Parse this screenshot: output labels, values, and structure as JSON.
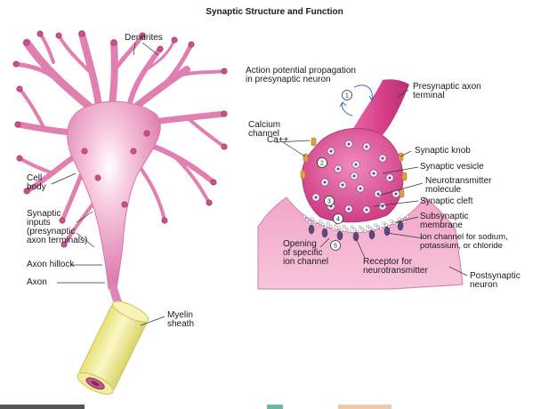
{
  "title": "Synaptic Structure and Function",
  "neuron_labels": {
    "dendrites": "Dendrites",
    "cell_body": "Cell\nbody",
    "synaptic_inputs": "Synaptic\ninputs\n(presynaptic\naxon terminals)",
    "axon_hillock": "Axon hillock",
    "axon": "Axon",
    "myelin_sheath": "Myelin\nsheath"
  },
  "synapse_labels": {
    "action_potential": "Action potential propagation\nin presynaptic neuron",
    "calcium_channel": "Calcium\nchannel",
    "ca_ion": "Ca++",
    "presynaptic_terminal": "Presynaptic axon\nterminal",
    "synaptic_knob": "Synaptic knob",
    "synaptic_vesicle": "Synaptic vesicle",
    "neurotransmitter_molecule": "Neurotransmitter\nmolecule",
    "synaptic_cleft": "Synaptic cleft",
    "subsynaptic_membrane": "Subsynaptic\nmembrane",
    "ion_channel": "Ion channel for sodium,\npotassium, or chloride",
    "opening_channel": "Opening\nof specific\nion channel",
    "receptor": "Receptor for\nneurotransmitter",
    "postsynaptic_neuron": "Postsynaptic\nneuron"
  },
  "step_numbers": [
    "1",
    "2",
    "3",
    "4",
    "5"
  ],
  "colors": {
    "neuron_pink": "#e88ab8",
    "neuron_light": "#f6c6de",
    "neuron_dark": "#b8467e",
    "terminal_magenta": "#d94a8c",
    "myelin_yellow": "#f3f0a4",
    "calcium_orange": "#e0a040",
    "leader_line": "#333333"
  }
}
